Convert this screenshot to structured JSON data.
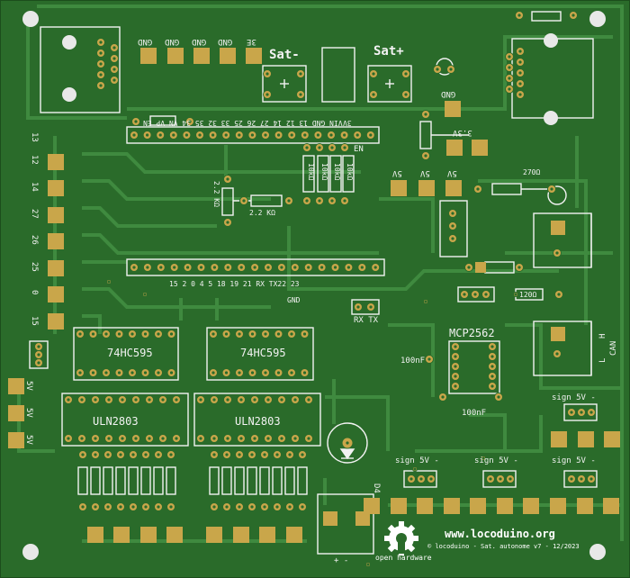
{
  "board": {
    "background": "#2a6b2a",
    "trace_color": "#3f8a3f",
    "pad_color": "#c9a64a",
    "silk_color": "#f2f2f2",
    "hole_color": "#e8e8e8"
  },
  "top_labels": {
    "gnd1": "GND",
    "gnd2": "GND",
    "gnd3": "GND",
    "gnd4": "GND",
    "three_v3": "3E",
    "sat_minus": "Sat-",
    "sat_plus": "Sat+"
  },
  "left_pins": [
    "13",
    "12",
    "14",
    "27",
    "26",
    "25",
    "0",
    "15"
  ],
  "header_top_pins": "VIN GND 13 12 14 27 26 25 33 32 35 34 VN VP EN",
  "header_top_right": "3V",
  "en_label": "EN",
  "resistors": {
    "r10k_1": "10kΩ",
    "r10k_2": "10kΩ",
    "r10k_3": "10kΩ",
    "r10k_4": "10kΩ",
    "r22_v": "2.2 KΩ",
    "r22_h": "2.2 KΩ",
    "r270": "270Ω",
    "r120": "120Ω"
  },
  "right_labels": {
    "gnd": "GND",
    "v33": "3.3V",
    "v5a": "5V",
    "v5b": "5V",
    "v5c": "5V",
    "can": "CAN",
    "l": "L",
    "h": "H"
  },
  "bottom_header": {
    "pins": "15  2  0  4        5  18 19    21 RX TX22 23",
    "gnd": "GND"
  },
  "rxtx": "RX TX",
  "ics": {
    "sr1": "74HC595",
    "sr2": "74HC595",
    "drv1": "ULN2803",
    "drv2": "ULN2803",
    "mcp": "MCP2562"
  },
  "caps": {
    "c1": "100nF",
    "c2": "100nF"
  },
  "left_5v": [
    "5V",
    "5V",
    "5V"
  ],
  "sign_labels": [
    "sign 5V -",
    "sign 5V -",
    "sign 5V -",
    "sign 5V -"
  ],
  "d4": "D4",
  "power_polarity": "+  -",
  "oshw_text": "open hardware",
  "website": "www.locoduino.org",
  "credit": "© locoduino - Sat. autonome v7 - 12/2023"
}
